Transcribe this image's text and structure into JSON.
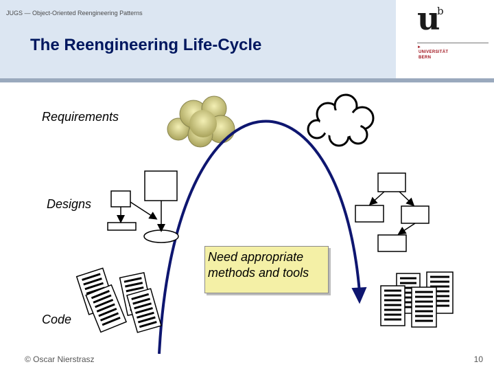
{
  "header": {
    "course": "JUGS — Object-Oriented Reengineering Patterns",
    "title": "The Reengineering Life-Cycle"
  },
  "logo": {
    "u": "u",
    "b": "b",
    "line1": "UNIVERSITÄT",
    "line2": "BERN",
    "accent_color": "#a0141e"
  },
  "diagram": {
    "labels": {
      "requirements": "Requirements",
      "designs": "Designs",
      "code": "Code"
    },
    "note": {
      "line1": "Need appropriate",
      "line2": "methods and tools"
    },
    "arc_color": "#0e1670",
    "cloud_fill": "#d9d48a"
  },
  "footer": {
    "author": "© Oscar Nierstrasz",
    "page": "10"
  }
}
